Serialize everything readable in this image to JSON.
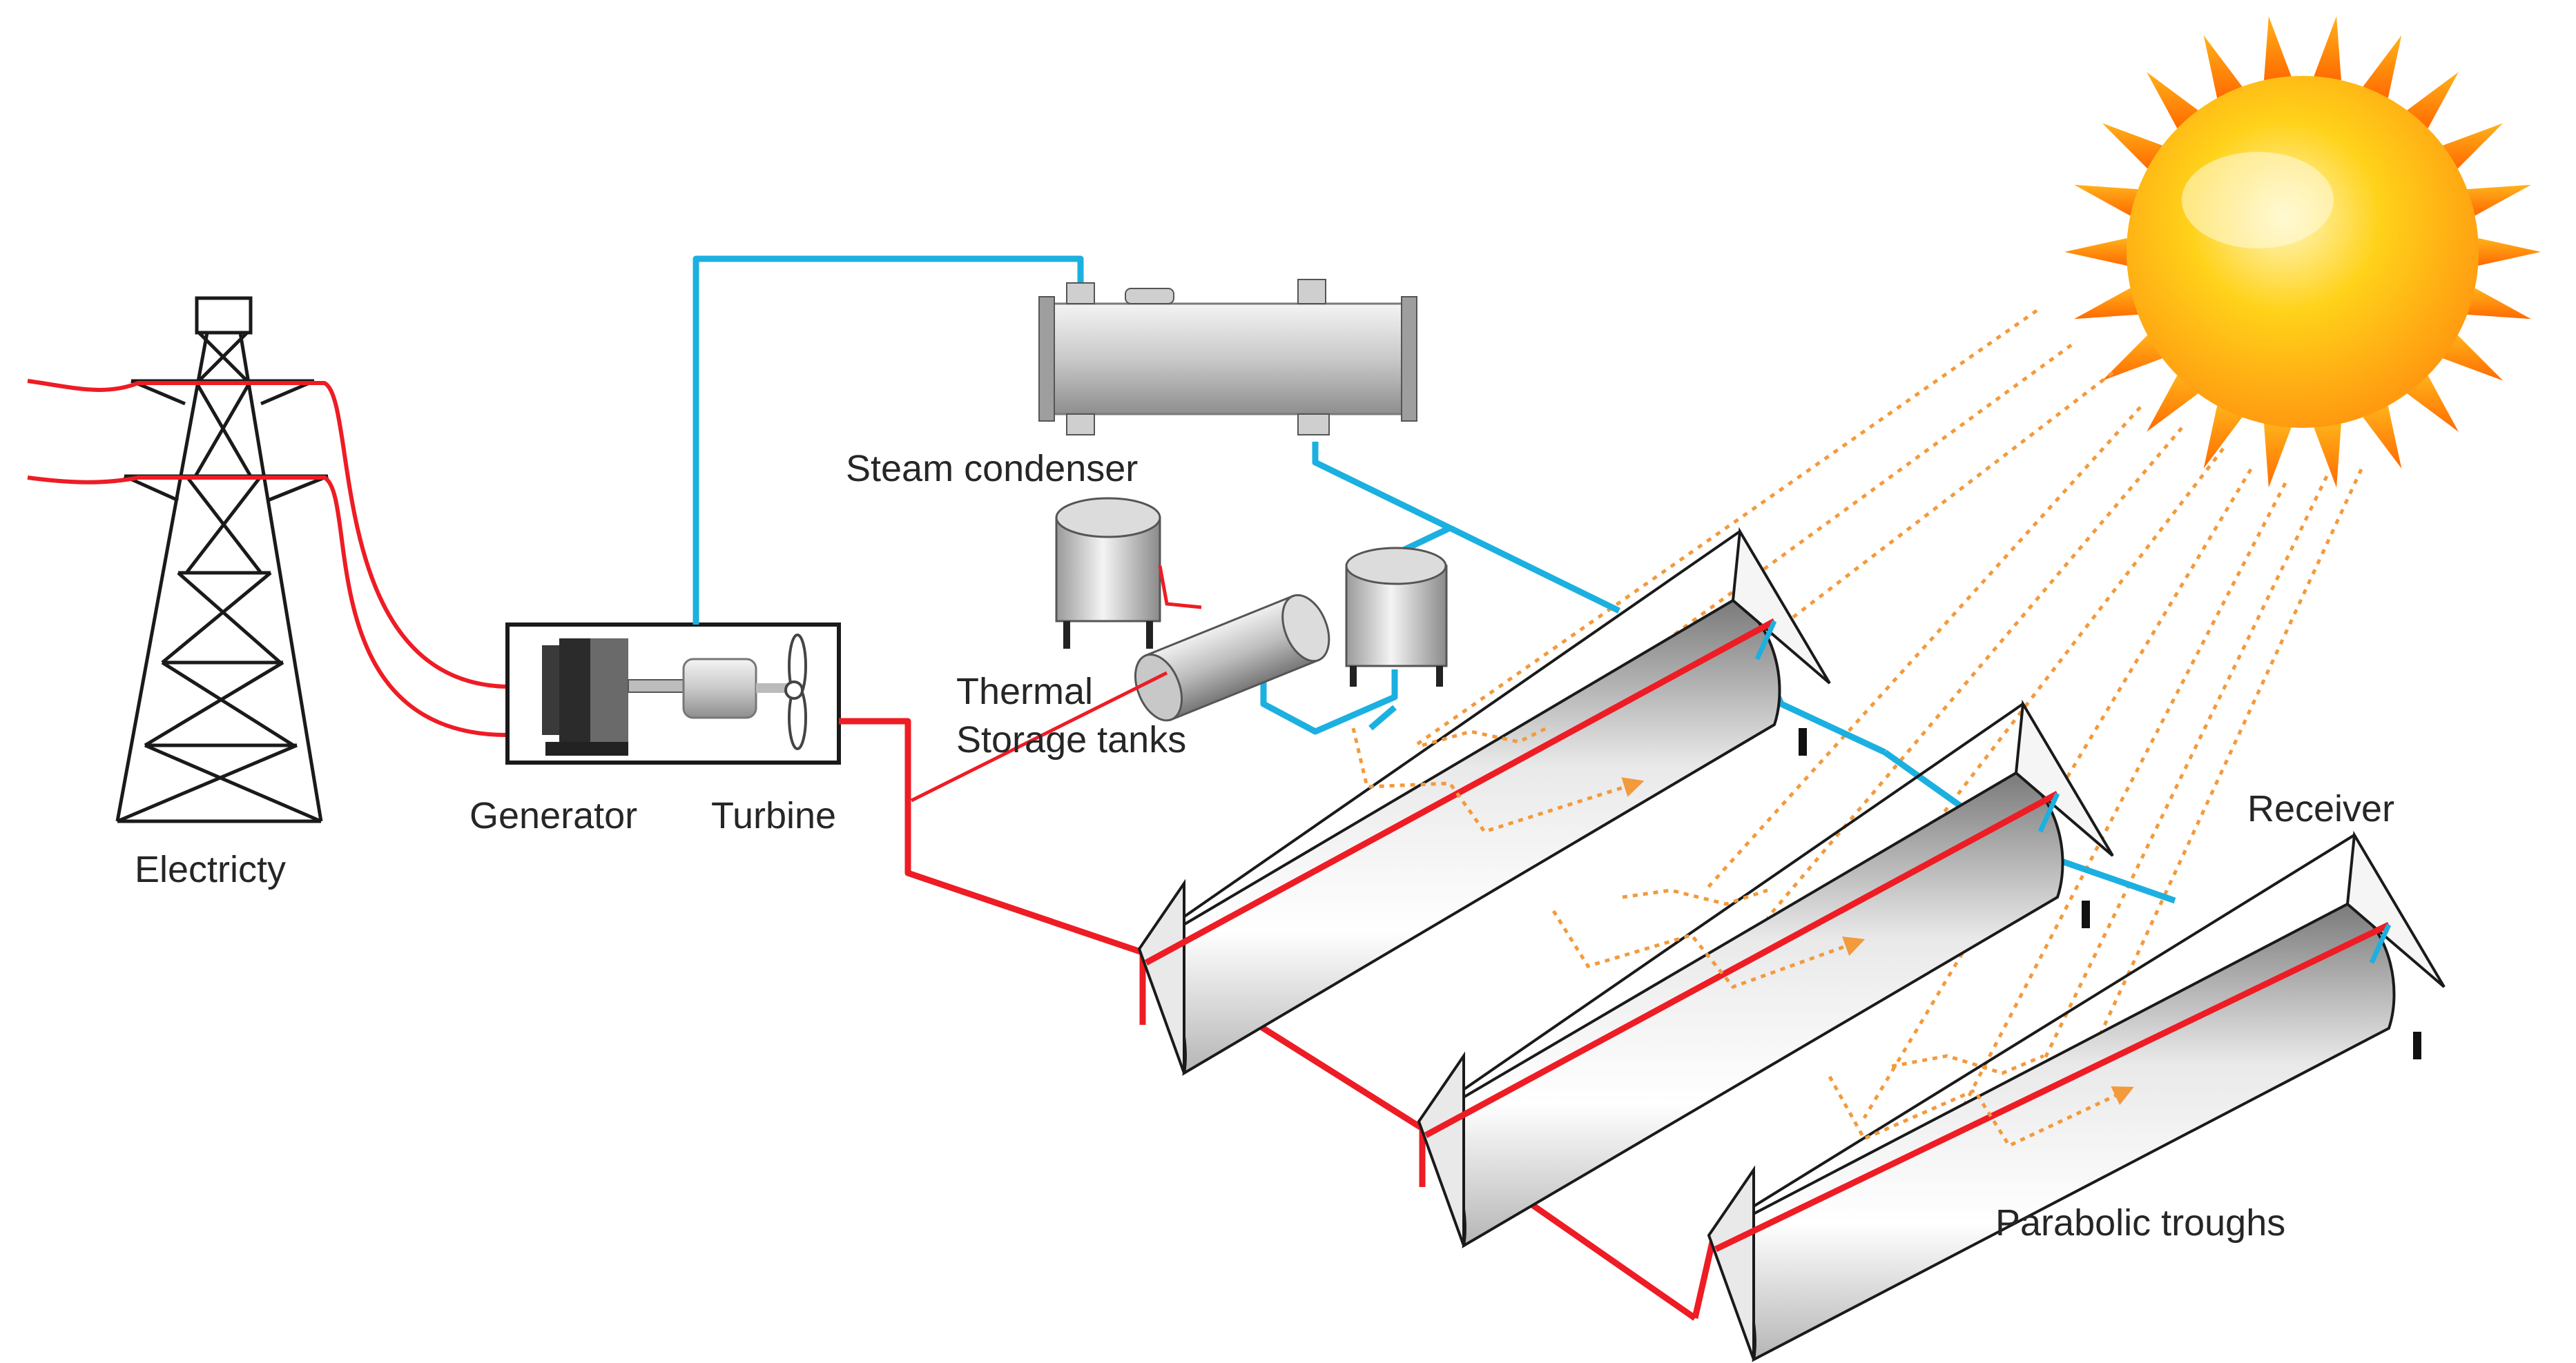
{
  "labels": {
    "electricity": "Electricty",
    "generator": "Generator",
    "turbine": "Turbine",
    "steam_condenser": "Steam condenser",
    "thermal_line1": "Thermal",
    "thermal_line2": "Storage tanks",
    "receiver": "Receiver",
    "parabolic_troughs": "Parabolic troughs"
  },
  "colors": {
    "hot_fluid": "#ee1c24",
    "cold_fluid": "#1bb0e0",
    "sun_ray": "#f39a3c",
    "outline": "#1a1a1a"
  },
  "icons": [
    "transmission-tower-icon",
    "generator-icon",
    "turbine-icon",
    "steam-condenser-icon",
    "storage-tank-icon",
    "sun-icon",
    "parabolic-trough-icon"
  ]
}
